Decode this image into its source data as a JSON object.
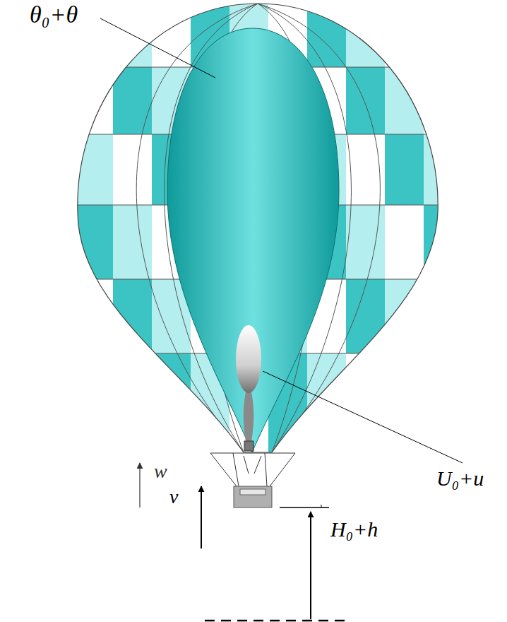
{
  "diagram": {
    "labels": [
      "θ₀+θ",
      "U₀+u",
      "w",
      "v",
      "H₀+h"
    ]
  }
}
